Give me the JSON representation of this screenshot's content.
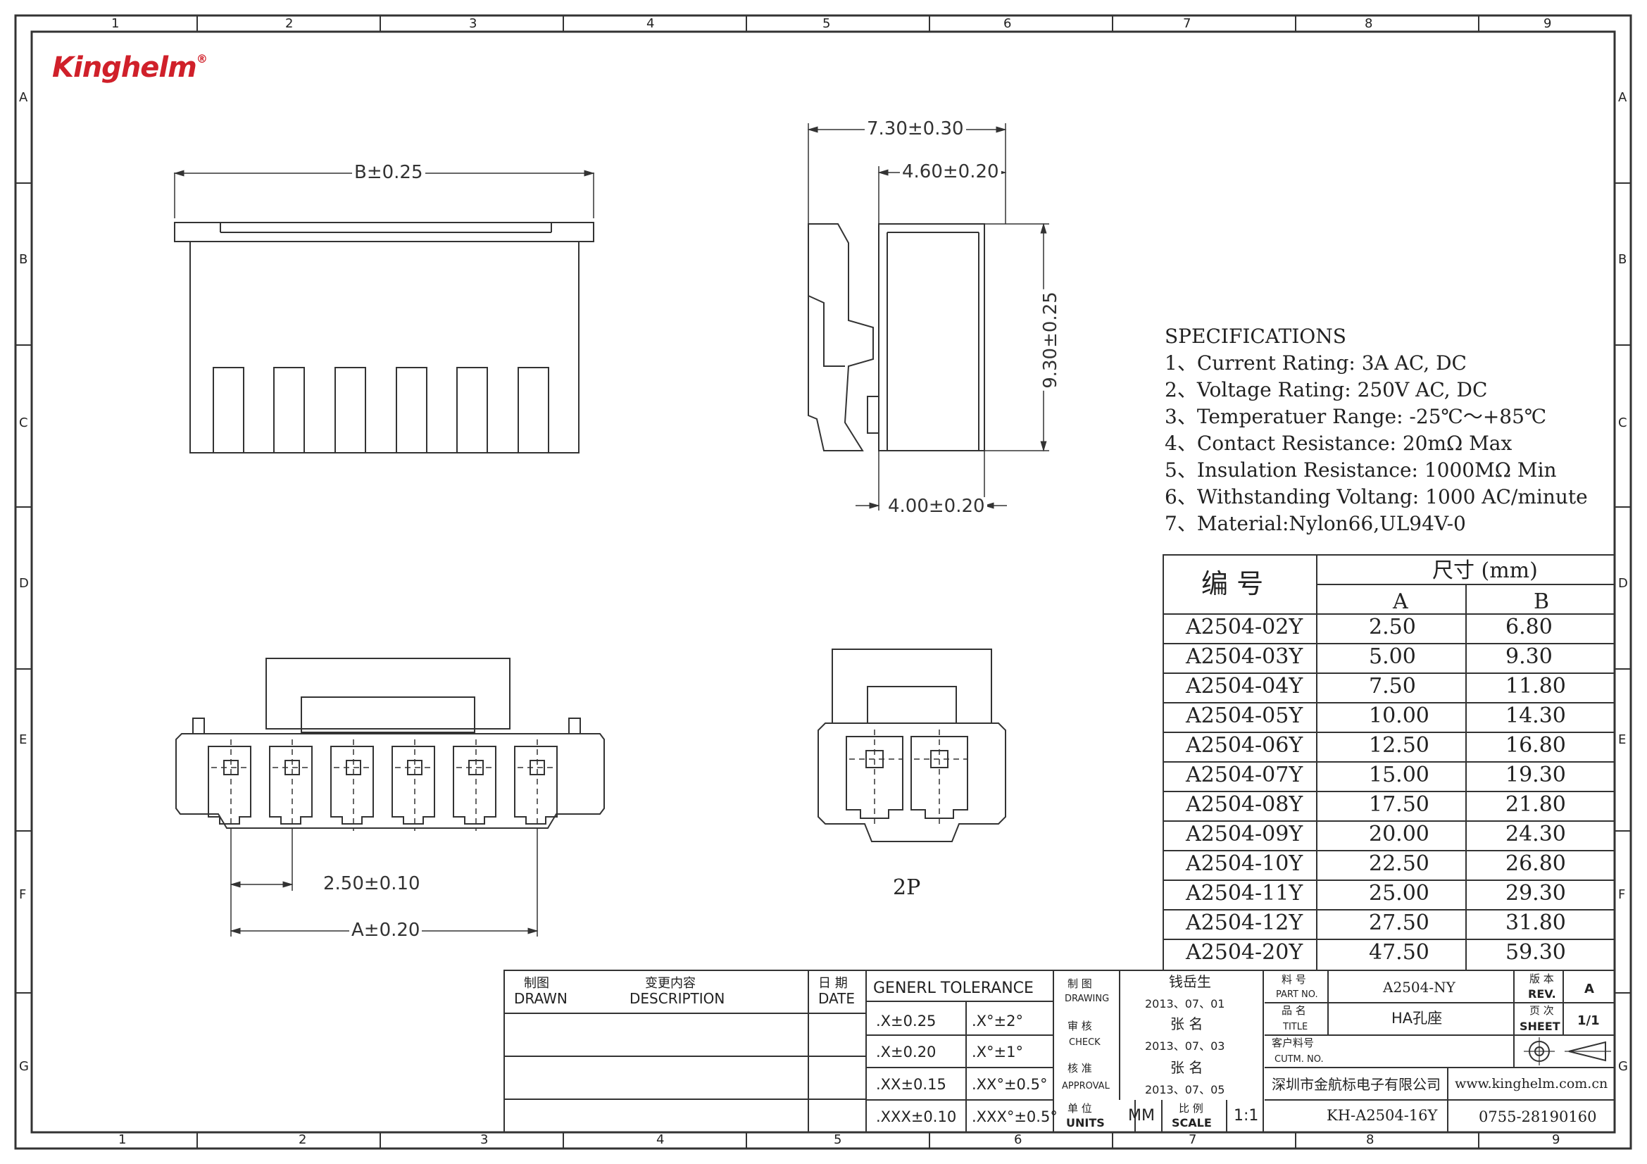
{
  "brand": {
    "logo": "Kinghelm",
    "registered": "®"
  },
  "zones": {
    "columns": [
      "1",
      "2",
      "3",
      "4",
      "5",
      "6",
      "7",
      "8",
      "9"
    ],
    "rows": [
      "A",
      "B",
      "C",
      "D",
      "E",
      "F",
      "G"
    ]
  },
  "dimensions": {
    "front_b": "B±0.25",
    "side_overall": "7.30±0.30",
    "side_body": "4.60±0.20",
    "side_height": "9.30±0.25",
    "side_bottom": "4.00±0.20",
    "pitch": "2.50±0.10",
    "front_a": "A±0.20",
    "view_2p": "2P"
  },
  "specifications": {
    "title": "SPECIFICATIONS",
    "items": [
      "1、Current Rating: 3A AC, DC",
      "2、Voltage Rating: 250V AC, DC",
      "3、Temperatuer Range: -25℃～+85℃",
      "4、Contact Resistance: 20mΩ  Max",
      "5、Insulation Resistance: 1000MΩ  Min",
      "6、Withstanding Voltang: 1000 AC/minute",
      "7、Material:Nylon66,UL94V-0"
    ]
  },
  "size_table": {
    "header_code": "编  号",
    "header_size": "尺寸 (mm)",
    "col_a": "A",
    "col_b": "B",
    "rows": [
      [
        "A2504-02Y",
        "2.50",
        "6.80"
      ],
      [
        "A2504-03Y",
        "5.00",
        "9.30"
      ],
      [
        "A2504-04Y",
        "7.50",
        "11.80"
      ],
      [
        "A2504-05Y",
        "10.00",
        "14.30"
      ],
      [
        "A2504-06Y",
        "12.50",
        "16.80"
      ],
      [
        "A2504-07Y",
        "15.00",
        "19.30"
      ],
      [
        "A2504-08Y",
        "17.50",
        "21.80"
      ],
      [
        "A2504-09Y",
        "20.00",
        "24.30"
      ],
      [
        "A2504-10Y",
        "22.50",
        "26.80"
      ],
      [
        "A2504-11Y",
        "25.00",
        "29.30"
      ],
      [
        "A2504-12Y",
        "27.50",
        "31.80"
      ],
      [
        "A2504-20Y",
        "47.50",
        "59.30"
      ]
    ]
  },
  "title_block": {
    "drawn_cn": "制图",
    "drawn_en": "DRAWN",
    "desc_cn": "变更内容",
    "desc_en": "DESCRIPTION",
    "date_cn": "日 期",
    "date_en": "DATE",
    "tolerance_title": "GENERL  TOLERANCE",
    "tolerances": [
      [
        ".X±0.25",
        ".X°±2°"
      ],
      [
        ".X±0.20",
        ".X°±1°"
      ],
      [
        ".XX±0.15",
        ".XX°±0.5°"
      ],
      [
        ".XXX±0.10",
        ".XXX°±0.5°"
      ]
    ],
    "drawing_cn": "制  图",
    "drawing_en": "DRAWING",
    "drawing_name": "钱岳生",
    "drawing_date": "2013、07、01",
    "check_cn": "审  核",
    "check_en": "CHECK",
    "check_name": "张  名",
    "check_date": "2013、07、03",
    "approval_cn": "核  准",
    "approval_en": "APPROVAL",
    "approval_name": "张  名",
    "approval_date": "2013、07、05",
    "units_cn": "单  位",
    "units_en": "UNITS",
    "units_value": "MM",
    "scale_cn": "比  例",
    "scale_en": "SCALE",
    "scale_value": "1:1",
    "part_cn": "料  号",
    "part_en": "PART NO.",
    "part_value": "A2504-NY",
    "title_cn": "品  名",
    "title_en": "TITLE",
    "title_value": "HA孔座",
    "cutm_cn": "客户料号",
    "cutm_en": "CUTM. NO.",
    "rev_cn": "版 本",
    "rev_en": "REV.",
    "rev_value": "A",
    "sheet_cn": "页 次",
    "sheet_en": "SHEET",
    "sheet_value": "1/1",
    "company": "深圳市金航标电子有限公司",
    "website": "www.kinghelm.com.cn",
    "drawing_no": "KH-A2504-16Y",
    "phone": "0755-28190160"
  }
}
